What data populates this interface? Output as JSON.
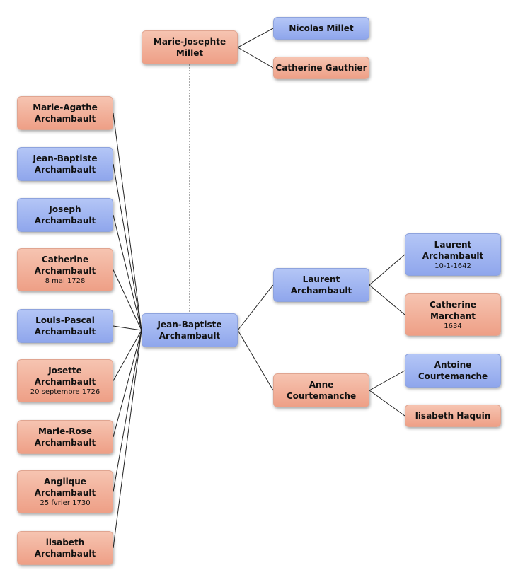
{
  "colors": {
    "male": "#9db1f0",
    "female": "#f2b29c",
    "line": "#222222"
  },
  "people": {
    "marie_josephte": {
      "name": "Marie-Josephte\nMillet",
      "date": "",
      "gender": "female"
    },
    "nicolas": {
      "name": "Nicolas Millet",
      "date": "",
      "gender": "male"
    },
    "catherine_g": {
      "name": "Catherine Gauthier",
      "date": "",
      "gender": "female"
    },
    "jean_baptiste_main": {
      "name": "Jean-Baptiste\nArchambault",
      "date": "",
      "gender": "male"
    },
    "laurent": {
      "name": "Laurent\nArchambault",
      "date": "",
      "gender": "male"
    },
    "anne": {
      "name": "Anne\nCourtemanche",
      "date": "",
      "gender": "female"
    },
    "laurent_sr": {
      "name": "Laurent\nArchambault",
      "date": "10-1-1642",
      "gender": "male"
    },
    "catherine_m": {
      "name": "Catherine\nMarchant",
      "date": "1634",
      "gender": "female"
    },
    "antoine": {
      "name": "Antoine\nCourtemanche",
      "date": "",
      "gender": "male"
    },
    "elisabeth_h": {
      "name": "lisabeth Haquin",
      "date": "",
      "gender": "female"
    },
    "child_1": {
      "name": "Marie-Agathe\nArchambault",
      "date": "",
      "gender": "female"
    },
    "child_2": {
      "name": "Jean-Baptiste\nArchambault",
      "date": "",
      "gender": "male"
    },
    "child_3": {
      "name": "Joseph\nArchambault",
      "date": "",
      "gender": "male"
    },
    "child_4": {
      "name": "Catherine\nArchambault",
      "date": "8 mai 1728",
      "gender": "female"
    },
    "child_5": {
      "name": "Louis-Pascal\nArchambault",
      "date": "",
      "gender": "male"
    },
    "child_6": {
      "name": "Josette\nArchambault",
      "date": "20 septembre 1726",
      "gender": "female"
    },
    "child_7": {
      "name": "Marie-Rose\nArchambault",
      "date": "",
      "gender": "female"
    },
    "child_8": {
      "name": "Anglique\nArchambault",
      "date": "25 fvrier 1730",
      "gender": "female"
    },
    "child_9": {
      "name": "lisabeth\nArchambault",
      "date": "",
      "gender": "female"
    }
  }
}
